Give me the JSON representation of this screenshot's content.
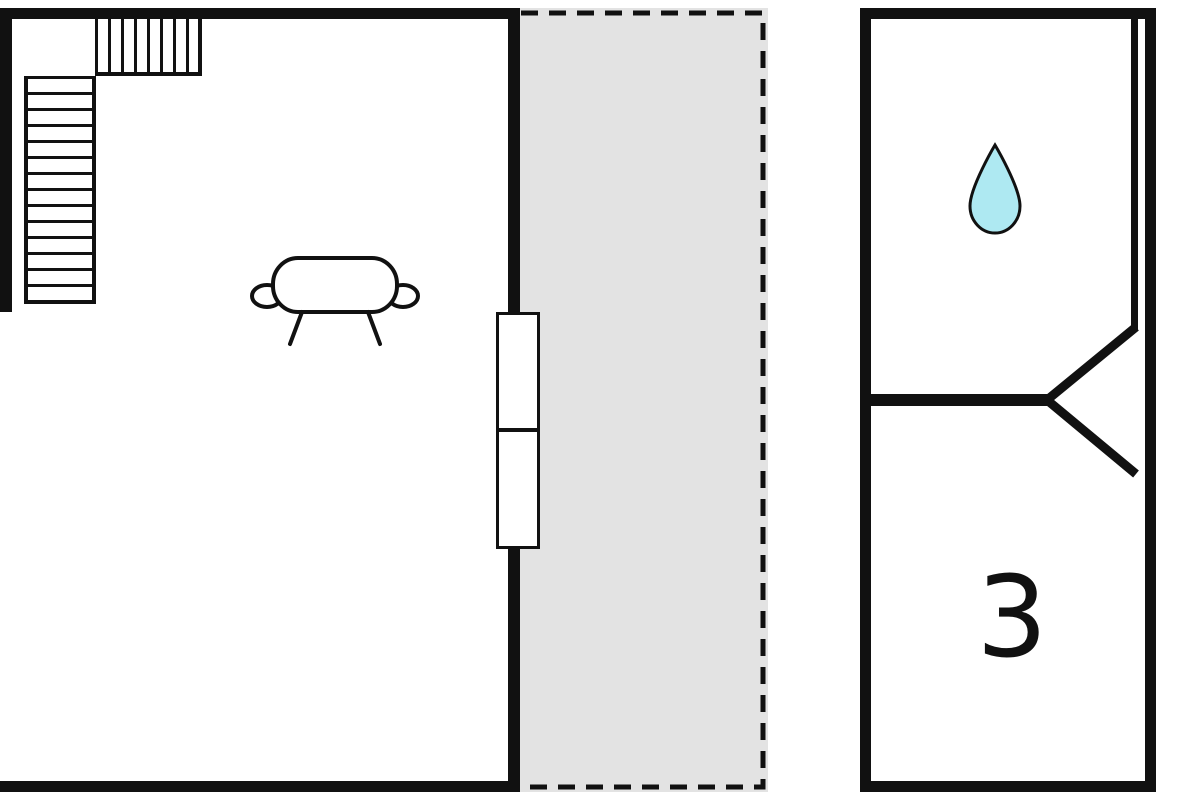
{
  "plan": {
    "bedroom": {
      "number_label": "3"
    },
    "icons": {
      "bathroom": "water-drop-icon",
      "living_area": "sofa-icon",
      "stairs": "staircase-icon",
      "window": "window",
      "terrace": "terrace"
    },
    "colors": {
      "wall": "#111111",
      "terrace_fill": "#e3e3e3",
      "drop_fill": "#aee9f2",
      "drop_stroke": "#111111",
      "background": "#ffffff"
    }
  }
}
